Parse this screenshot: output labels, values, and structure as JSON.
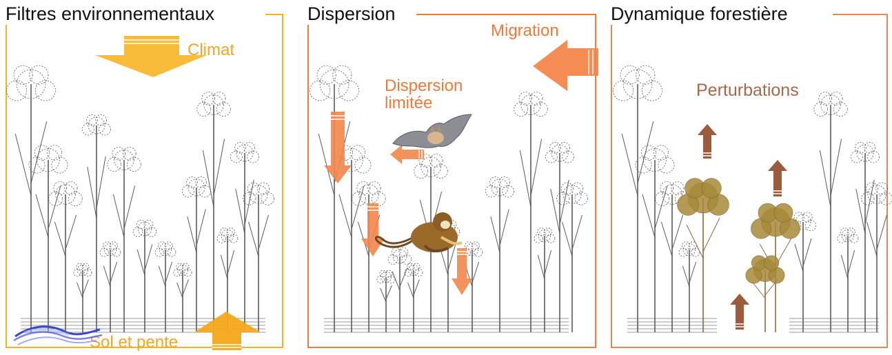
{
  "colors": {
    "panel1": "#f5b21f",
    "panel2": "#ee7a3c",
    "panel3": "#d98a55",
    "climate_arrow": "#f7b52a",
    "soil_arrow": "#f7a81b",
    "dispersal_arrow": "#f3864b",
    "disturbance_arrow": "#9b5b3c",
    "perturbation_text": "#a8684a",
    "tree_line": "#5a5a5a",
    "disturbed_tree_crown": "#a88b3a",
    "water": "#3c46c8"
  },
  "panels": [
    {
      "title": "Filtres environnementaux",
      "labels": {
        "climate": "Climat",
        "soil": "Sol et pente"
      }
    },
    {
      "title": "Dispersion",
      "labels": {
        "migration": "Migration",
        "dispersal": "Dispersion limitée"
      }
    },
    {
      "title": "Dynamique forestière",
      "labels": {
        "disturbance": "Perturbations"
      }
    }
  ],
  "icons": [
    "bat-icon",
    "monkey-icon",
    "wave-icon"
  ]
}
